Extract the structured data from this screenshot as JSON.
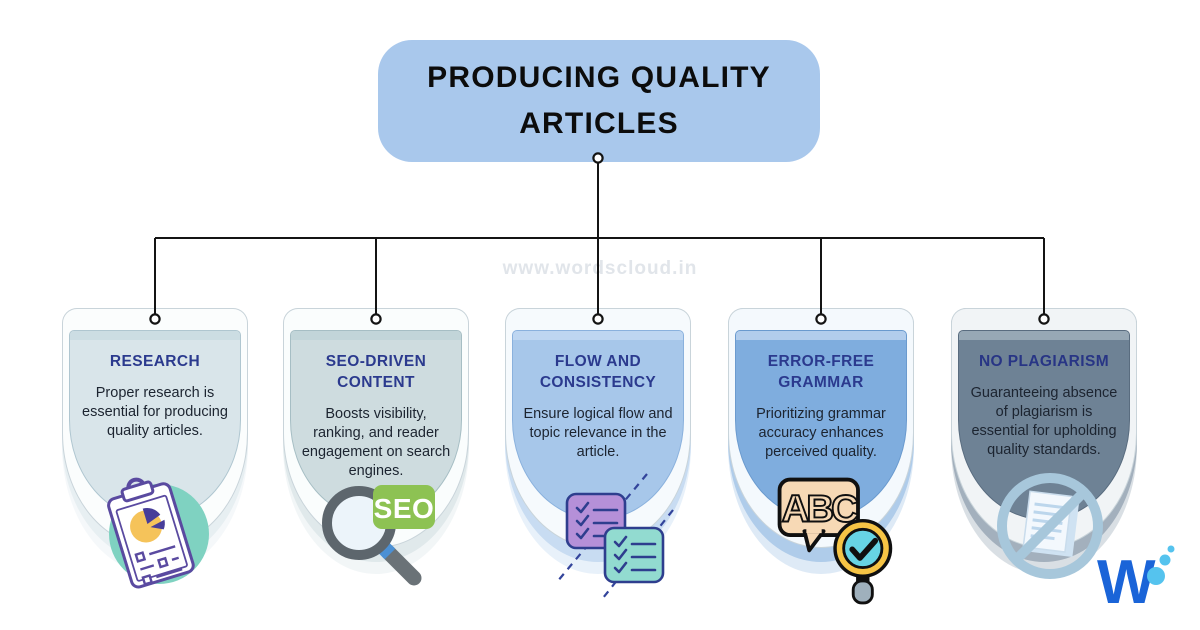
{
  "title_box": {
    "label": "PRODUCING QUALITY ARTICLES",
    "bg": "#a9c8ec"
  },
  "watermark": "www.wordscloud.in",
  "connector": {
    "color": "#141414"
  },
  "cards": [
    {
      "title": "RESEARCH",
      "body": "Proper research is essential for producing quality articles.",
      "icon": "clipboard-pie-chart-icon",
      "colors": {
        "panel": "#d9e5ea",
        "white": "#fbfdfd",
        "strip": "#ccdde3",
        "border": "#afc6d0",
        "title": "#2b3a8e"
      }
    },
    {
      "title": "SEO-DRIVEN CONTENT",
      "body": "Boosts visibility, ranking, and reader engagement on search engines.",
      "icon": "seo-magnifier-icon",
      "colors": {
        "panel": "#cedcdf",
        "white": "#fafdfd",
        "strip": "#c2d5d9",
        "border": "#a6bec4",
        "title": "#2b3a8e"
      }
    },
    {
      "title": "FLOW AND CONSISTENCY",
      "body": "Ensure logical flow and topic relevance in the article.",
      "icon": "checklists-icon",
      "colors": {
        "panel": "#a7c7ea",
        "white": "#f6fafd",
        "strip": "#bed6f1",
        "border": "#8ab1dd",
        "title": "#2b3a8e"
      }
    },
    {
      "title": "ERROR-FREE GRAMMAR",
      "body": "Prioritizing grammar accuracy enhances perceived quality.",
      "icon": "abc-grammar-check-icon",
      "colors": {
        "panel": "#7fadde",
        "white": "#f4f9fd",
        "strip": "#b2cdec",
        "border": "#6a9ace",
        "title": "#2b3a8e"
      }
    },
    {
      "title": "NO PLAGIARISM",
      "body": "Guaranteeing absence of plagiarism is essential for upholding quality standards.",
      "icon": "no-plagiarism-document-icon",
      "colors": {
        "panel": "#6e8295",
        "white": "#f1f4f6",
        "strip": "#97a8b5",
        "border": "#596c7f",
        "title": "#283585"
      }
    }
  ],
  "logo": {
    "letter": "W",
    "letter_color": "#1a64d8",
    "bubble_color": "#55c3ee"
  }
}
